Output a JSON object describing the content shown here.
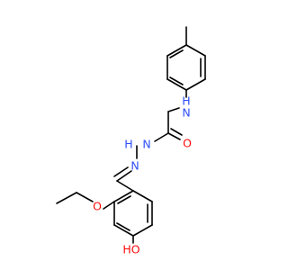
{
  "colors": {
    "bond": "#000000",
    "nitrogen": "#3050F8",
    "oxygen": "#FF0D0D",
    "background": "#ffffff"
  },
  "labels": {
    "nh": "H N",
    "n1": "N",
    "h1": "H",
    "n2": "N",
    "o_carbonyl": "O",
    "o_ether": "O",
    "oh": "HO"
  }
}
